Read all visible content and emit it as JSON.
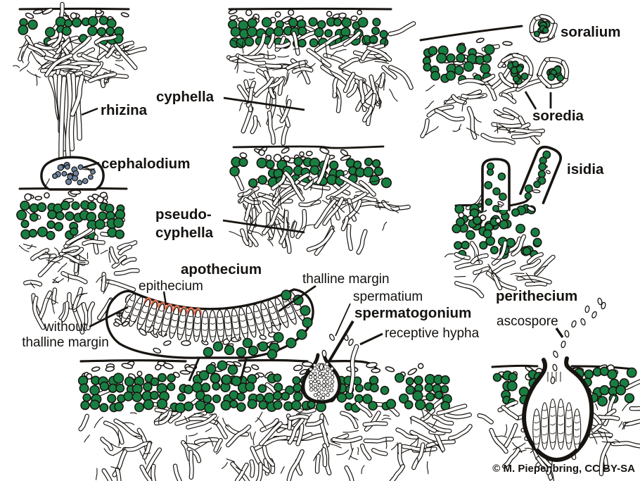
{
  "figure": {
    "credit": "© M. Piepenbring, CC BY-SA",
    "labels": {
      "rhizina": "rhizina",
      "cyphella": "cyphella",
      "soralium": "soralium",
      "soredia": "soredia",
      "cephalodium": "cephalodium",
      "pseudocyphella_1": "pseudo-",
      "pseudocyphella_2": "cyphella",
      "isidia": "isidia",
      "apothecium": "apothecium",
      "epithecium": "epithecium",
      "thalline_margin": "thalline margin",
      "without_1": "without",
      "without_2": "thalline margin",
      "spermatium": "spermatium",
      "spermatogonium": "spermatogonium",
      "receptive_hypha": "receptive hypha",
      "perithecium": "perithecium",
      "ascospore": "ascospore"
    },
    "colors": {
      "ink": "#181410",
      "background": "#ffffff",
      "algae_fill": "#187f42",
      "cyanobacteria_fill": "#6b85a3",
      "epithecium_fill": "#f2a98c",
      "epithecium_stroke": "#cf5535"
    }
  }
}
